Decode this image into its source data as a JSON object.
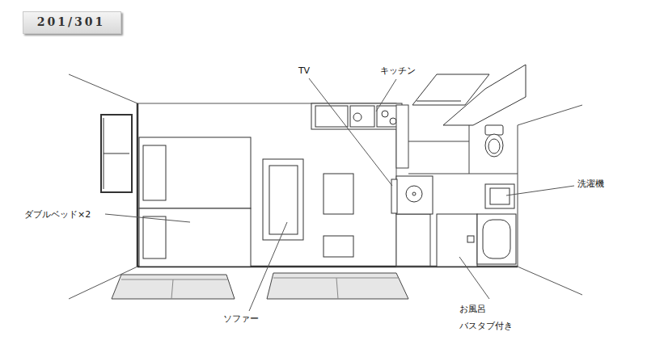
{
  "diagram": {
    "title": "201/301",
    "labels": [
      "TV",
      "キッチン",
      "洗濯機",
      "ダブルベッド×2",
      "ソファー",
      "お風呂 バスタブ付き"
    ]
  }
}
